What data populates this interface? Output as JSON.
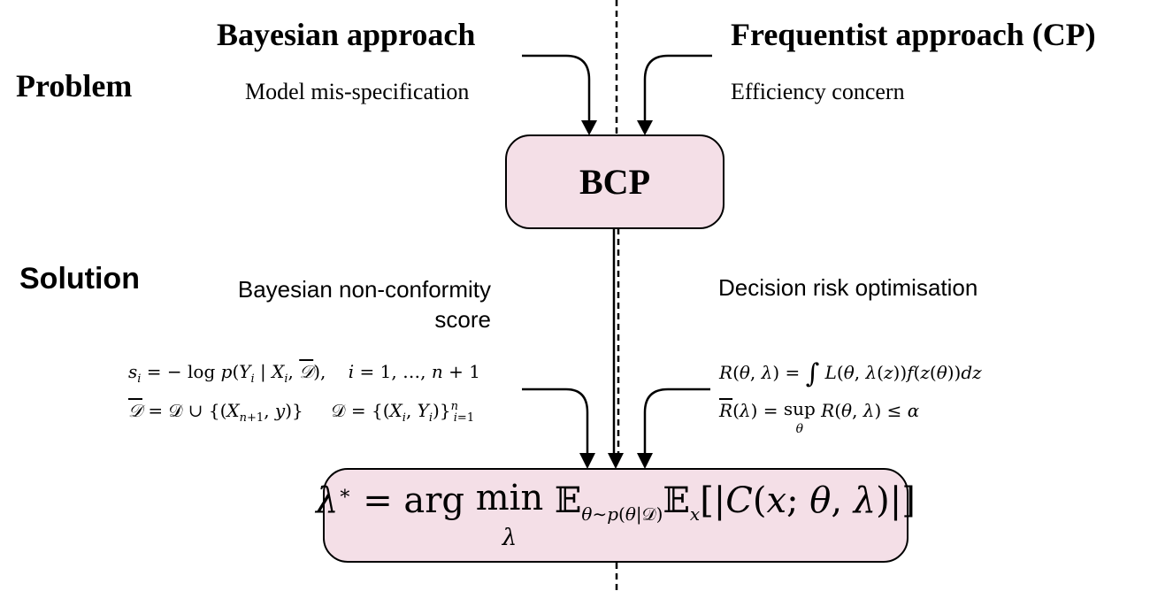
{
  "columns": {
    "bayesian_title": "Bayesian approach",
    "frequentist_title": "Frequentist approach (CP)"
  },
  "rows": {
    "problem_label": "Problem",
    "solution_label": "Solution"
  },
  "problem": {
    "bayesian": "Model mis-specification",
    "frequentist": "Efficiency concern"
  },
  "center_box": {
    "label": "BCP"
  },
  "solution": {
    "bayesian_line1": "Bayesian non-conformity",
    "bayesian_line2": "score",
    "frequentist": "Decision risk optimisation"
  },
  "equations": {
    "score": "s_i = −log p(Y_i | X_i, D̄),  i = 1, …, n + 1",
    "augmented_data": "D̄ = D ∪ {(X_{n+1}, y)}   D = {(X_i, Y_i)}_{i=1}^n",
    "risk": "R(θ, λ) = ∫ L(θ, λ(z)) f(z(θ)) dz",
    "worst_risk": "R̄(λ) = sup_θ R(θ, λ) ≤ α",
    "objective": "λ* = arg min_λ E_{θ∼p(θ|D)} E_x[|C(x; θ, λ)|]"
  },
  "colors": {
    "box_fill": "#f4dfe7",
    "stroke": "#000000"
  }
}
